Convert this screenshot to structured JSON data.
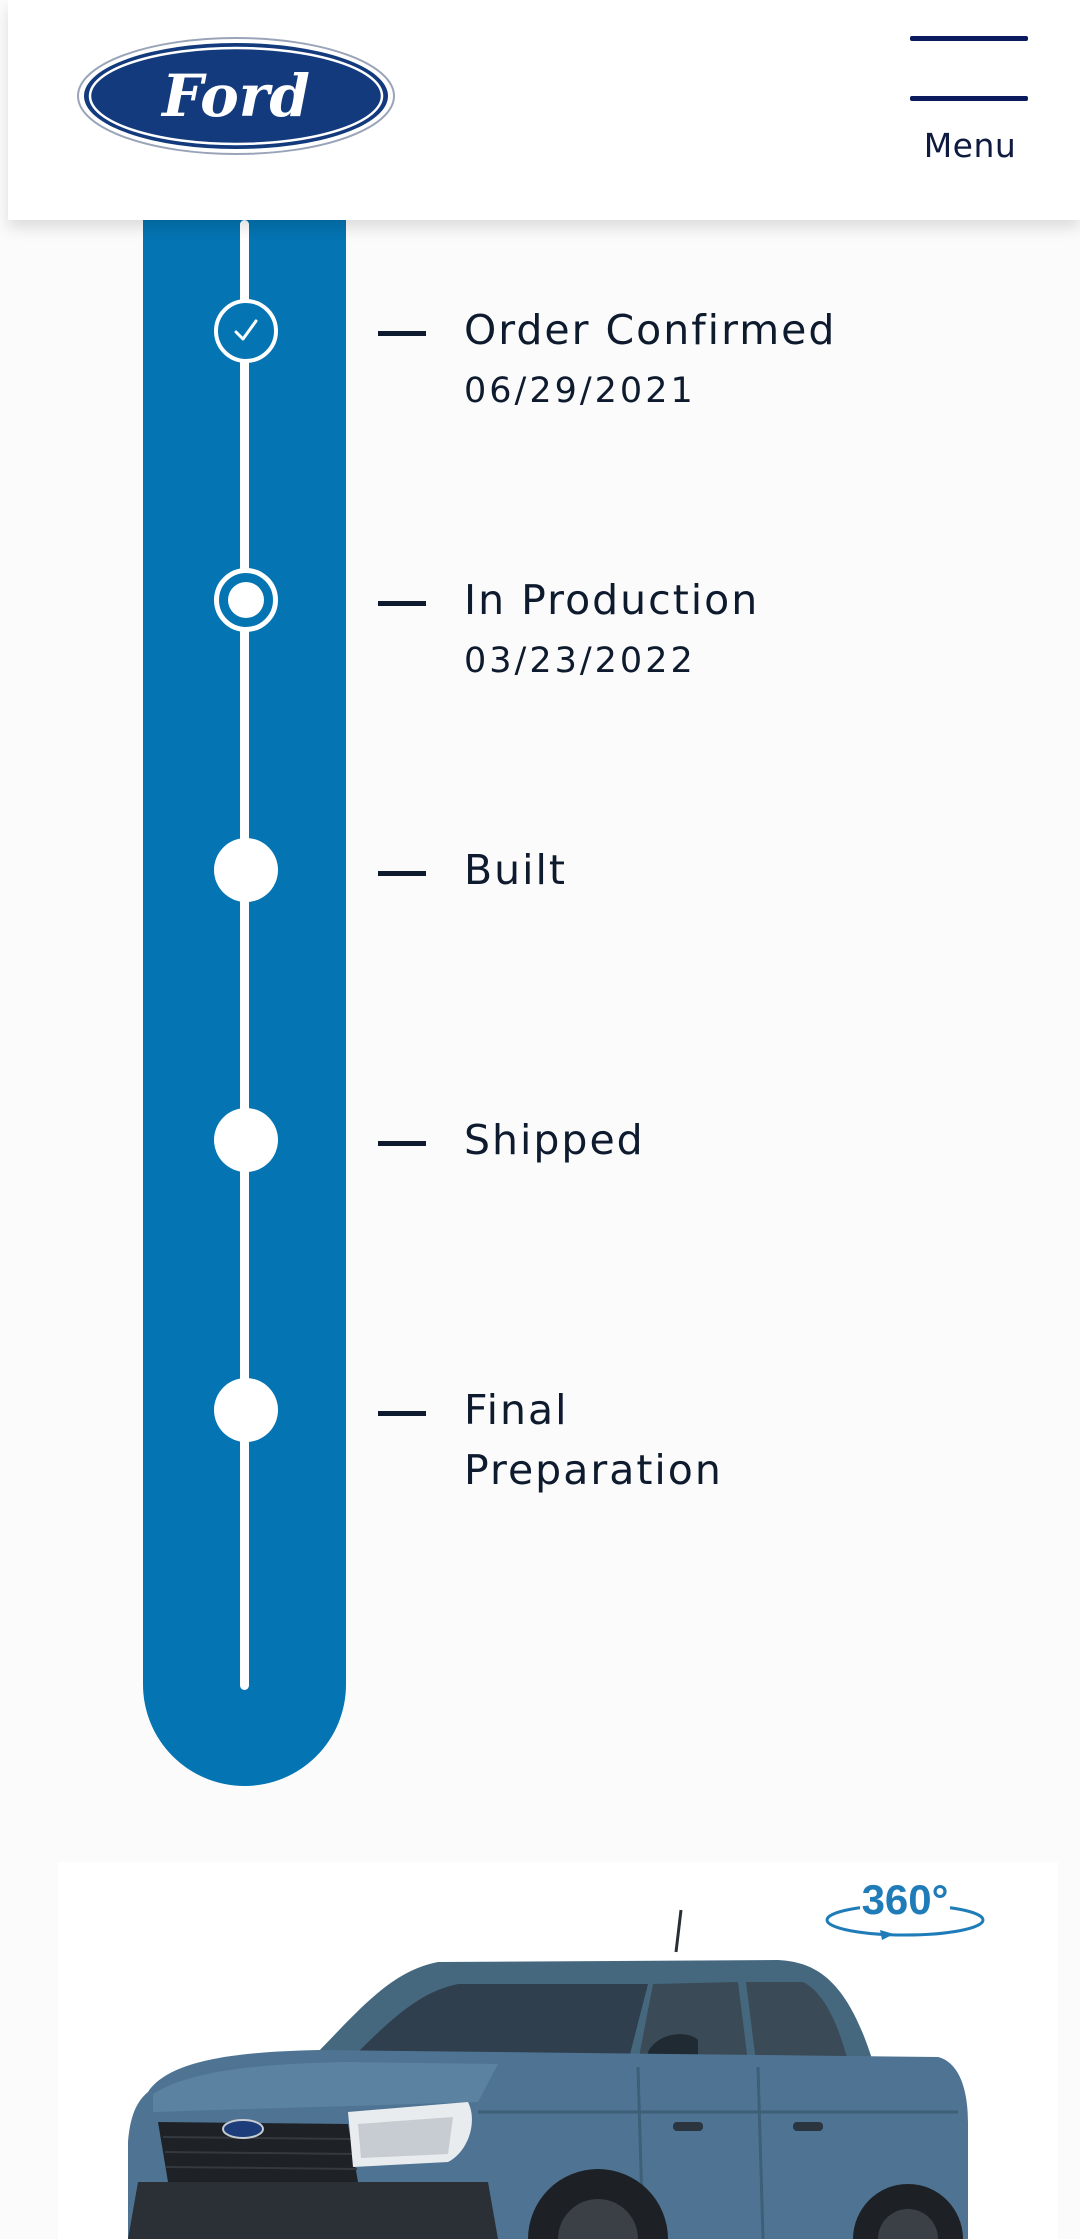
{
  "header": {
    "brand": "Ford",
    "menu_label": "Menu"
  },
  "timeline": {
    "steps": [
      {
        "title": "Order Confirmed",
        "date": "06/29/2021",
        "status": "complete"
      },
      {
        "title": "In Production",
        "date": "03/23/2022",
        "status": "current"
      },
      {
        "title": "Built",
        "status": "pending"
      },
      {
        "title": "Shipped",
        "status": "pending"
      },
      {
        "title": "Final\nPreparation",
        "status": "pending"
      }
    ]
  },
  "vehicle": {
    "badge_360": "360°"
  },
  "colors": {
    "ford_blue": "#0474b2",
    "logo_navy": "#133a7c",
    "vehicle_paint": "#4f7493"
  }
}
